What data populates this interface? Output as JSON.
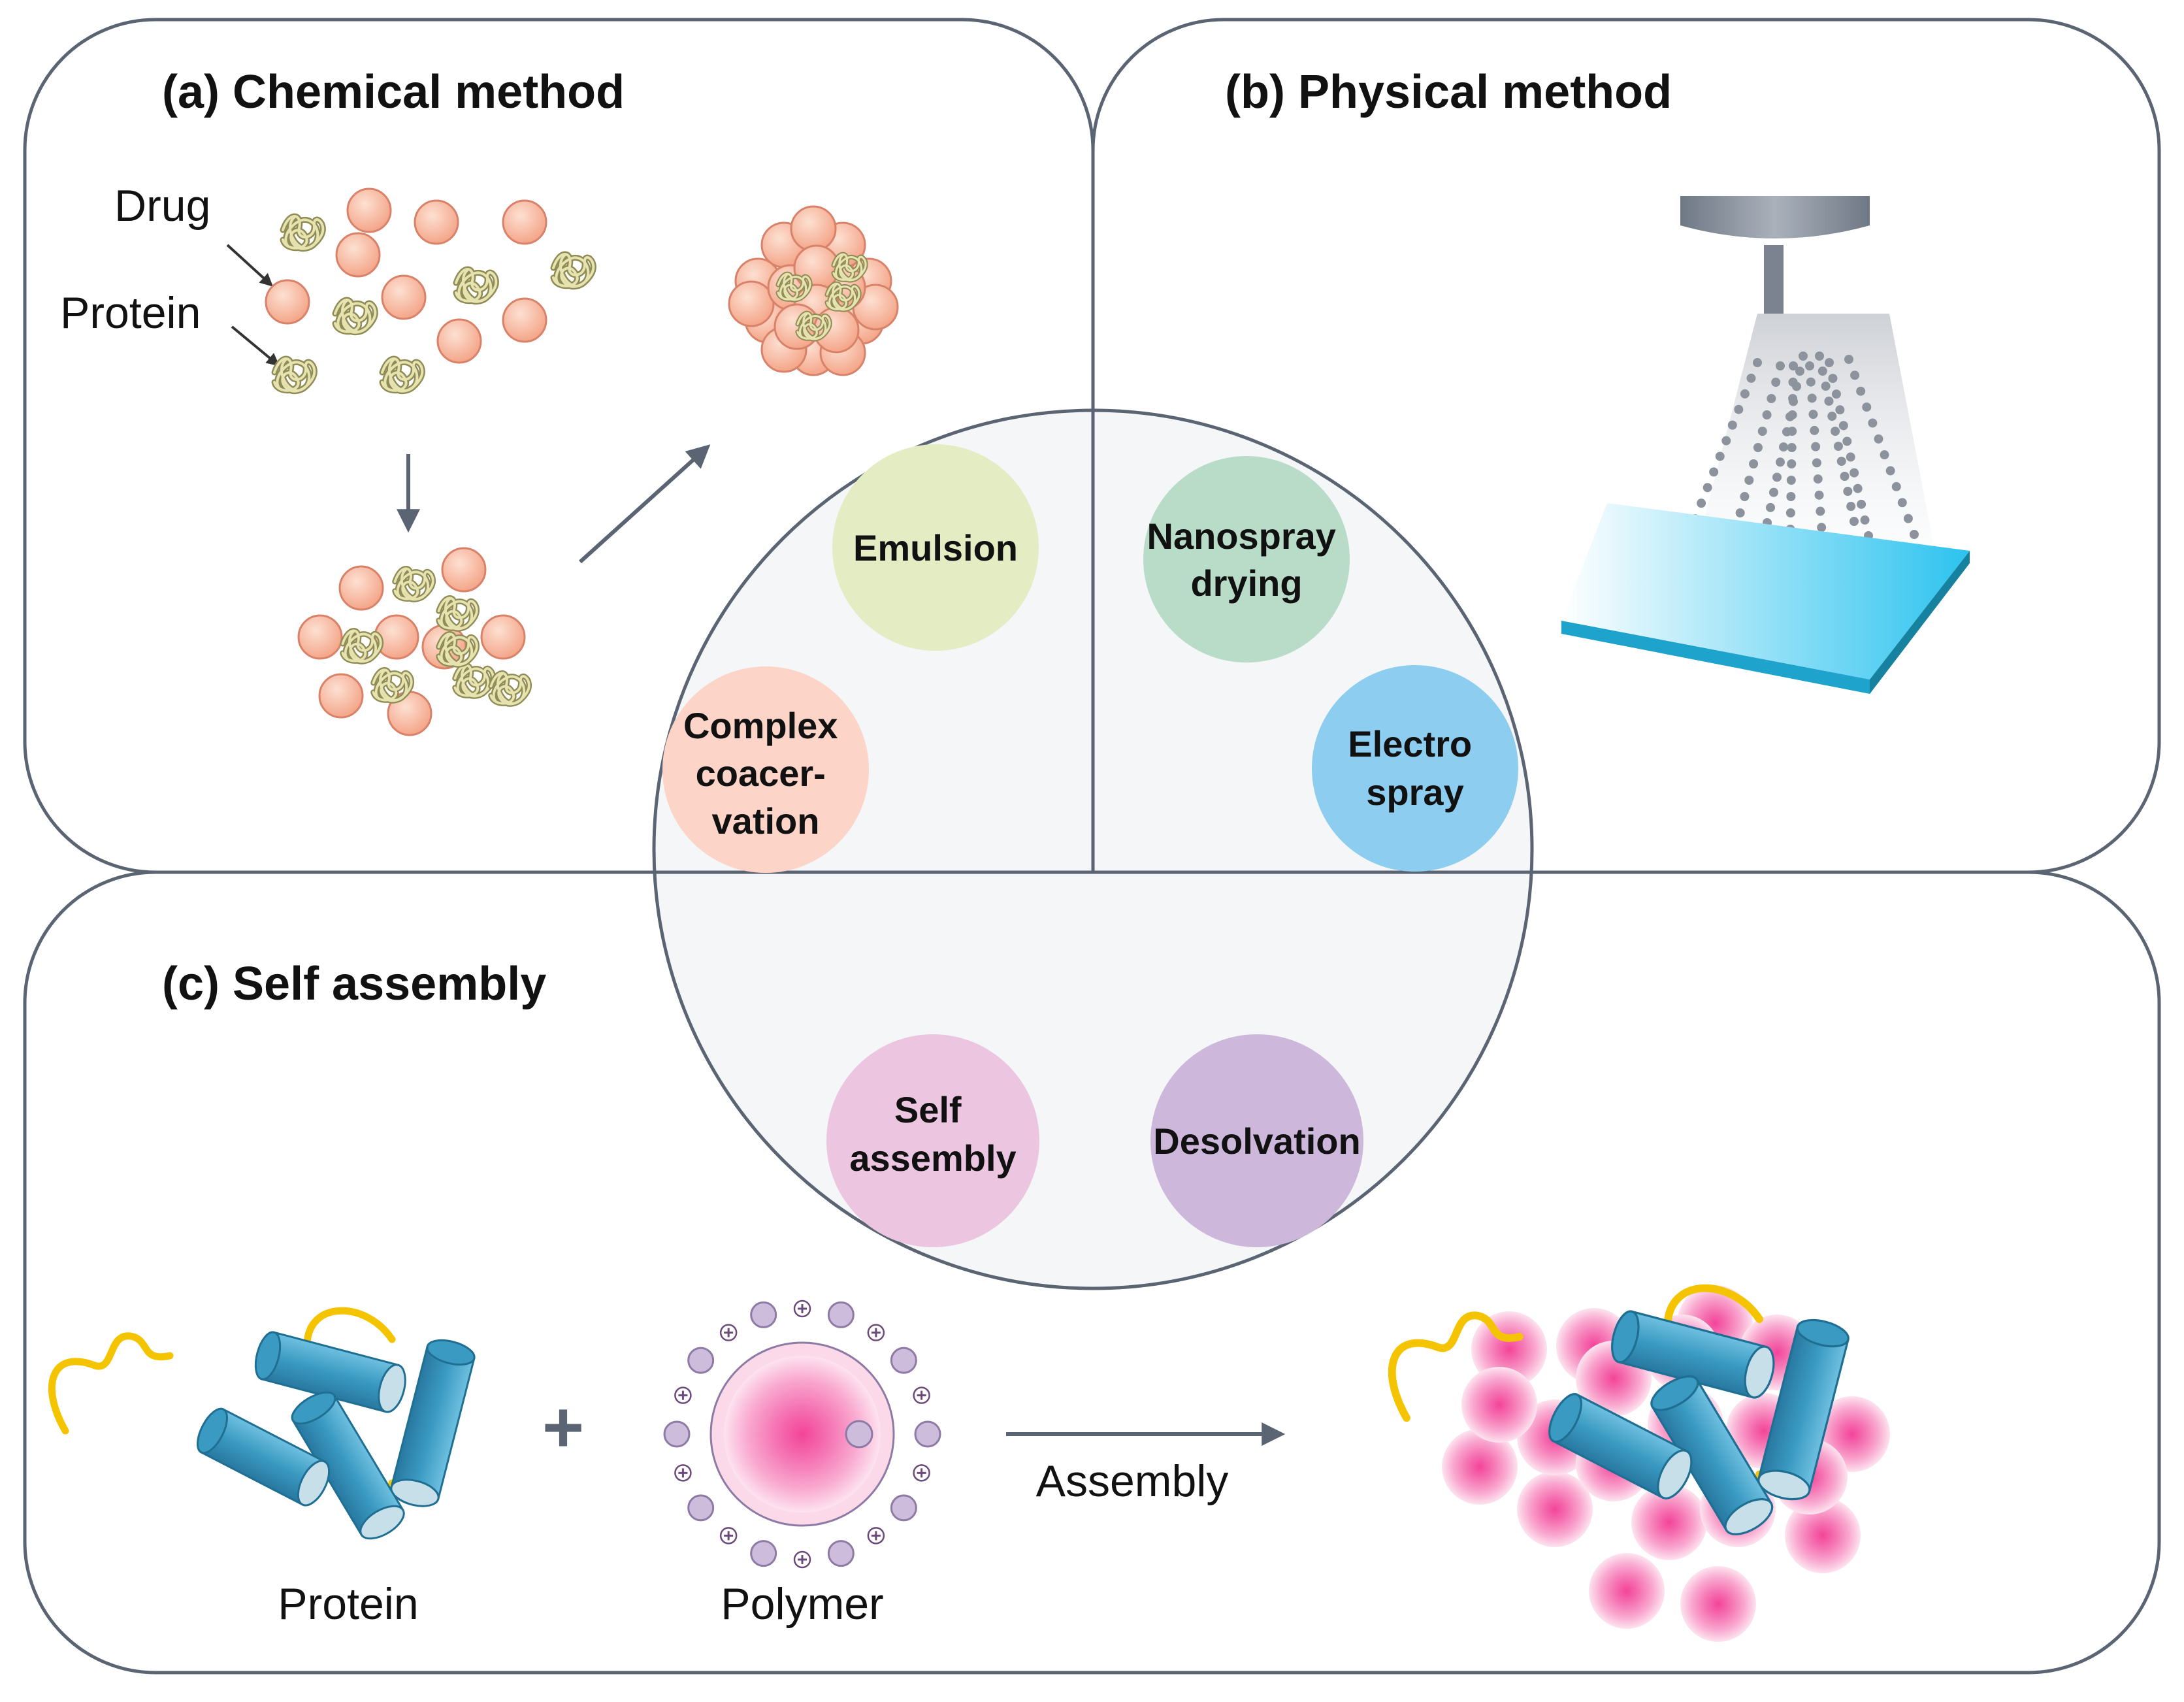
{
  "panels": {
    "chemical": {
      "title": "(a) Chemical method",
      "drug_label": "Drug",
      "protein_label": "Protein"
    },
    "physical": {
      "title": "(b) Physical method"
    },
    "self_assembly": {
      "title": "(c) Self assembly",
      "protein_label": "Protein",
      "polymer_label": "Polymer",
      "arrow_label": "Assembly",
      "plus_sign": "+"
    }
  },
  "center_methods": {
    "emulsion": {
      "lines": [
        "Emulsion"
      ]
    },
    "complex_coacervation": {
      "lines": [
        "Complex",
        "coacer-",
        "vation"
      ]
    },
    "nanospray_drying": {
      "lines": [
        "Nanospray",
        "drying"
      ]
    },
    "electrospray": {
      "lines": [
        "Electro",
        "spray"
      ]
    },
    "self_assembly": {
      "lines": [
        "Self",
        "assembly"
      ]
    },
    "desolvation": {
      "lines": [
        "Desolvation"
      ]
    }
  },
  "colors": {
    "border": "#5b6472",
    "drug_sphere": "#f7b49c",
    "protein_coil": "#b9b77a",
    "emulsion": "#e4ecc4",
    "complex_coacervation": "#fcd4c8",
    "nanospray_drying": "#b8dcc8",
    "electrospray": "#8ccdf0",
    "self_assembly": "#ecc6e0",
    "desolvation": "#cdb8dc",
    "cylinder": "#3d9cc4",
    "linker": "#f5c400",
    "polymer_pink": "#f06aa8"
  }
}
